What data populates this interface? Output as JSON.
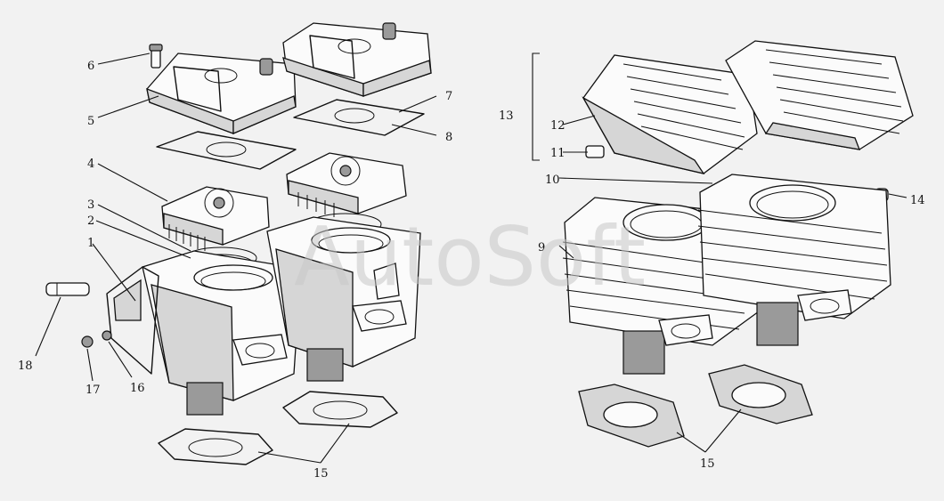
{
  "watermark": "AutoSoft",
  "callouts": {
    "c1": "1",
    "c2": "2",
    "c3": "3",
    "c4": "4",
    "c5": "5",
    "c6": "6",
    "c7": "7",
    "c8": "8",
    "c9": "9",
    "c10": "10",
    "c11": "11",
    "c12": "12",
    "c13": "13",
    "c14": "14",
    "c15a": "15",
    "c15b": "15",
    "c16": "16",
    "c17": "17",
    "c18": "18"
  }
}
